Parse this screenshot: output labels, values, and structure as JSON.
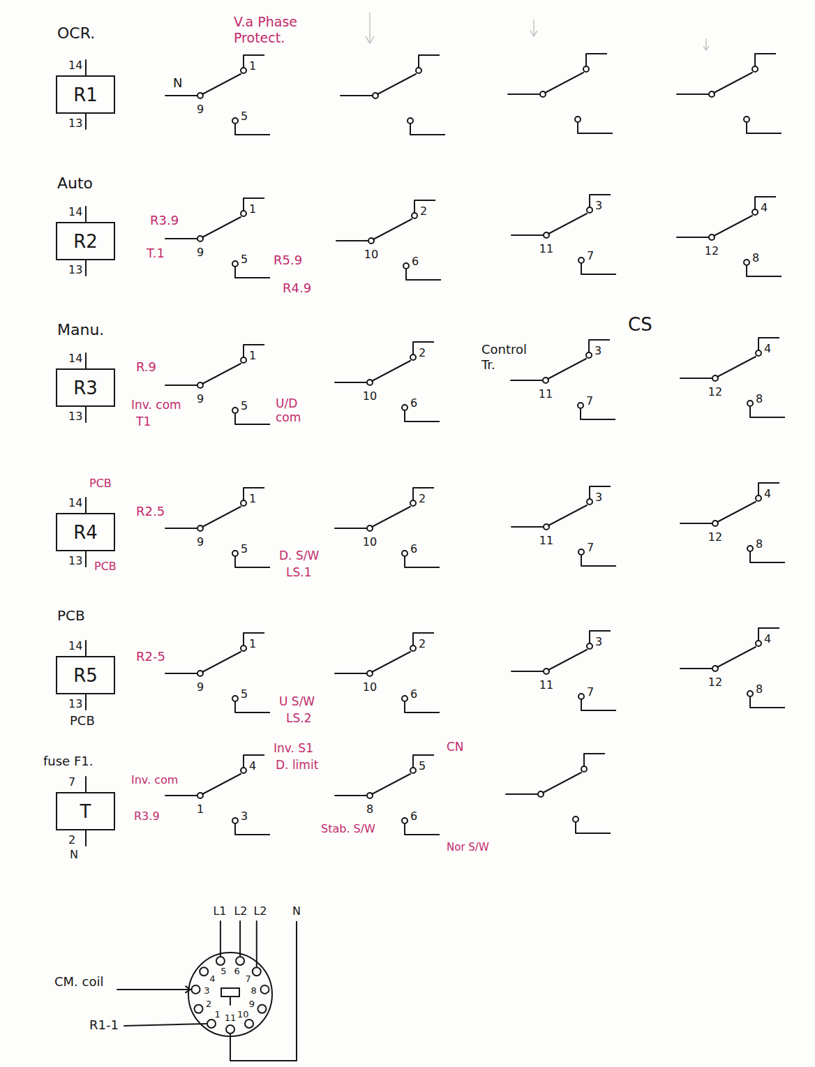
{
  "diagram": {
    "nodes": [
      {
        "text": [
          "R1"
        ]
      },
      {
        "text": [
          "R2"
        ]
      },
      {
        "text": [
          "R3"
        ]
      },
      {
        "text": [
          "R4"
        ]
      },
      {
        "text": [
          "R5"
        ]
      },
      {
        "text": [
          "T"
        ]
      }
    ],
    "labels": [
      "OCR.",
      "14",
      "13",
      "V.a Phase Protect.",
      "N",
      "1",
      "9",
      "5",
      "Auto",
      "14",
      "13",
      "R3.9",
      "T.1",
      "1",
      "9",
      "5",
      "R5.9",
      "R4.9",
      "2",
      "10",
      "6",
      "3",
      "11",
      "7",
      "4",
      "12",
      "8",
      "Manu.",
      "14",
      "13",
      "R.9",
      "Inv. com",
      "T1",
      "1",
      "9",
      "5",
      "U/D com",
      "2",
      "10",
      "6",
      "Control Tr.",
      "CS",
      "3",
      "11",
      "7",
      "4",
      "12",
      "8",
      "PCB",
      "14",
      "13",
      "PCB",
      "R2.5",
      "1",
      "9",
      "5",
      "D. S/W",
      "LS.1",
      "2",
      "10",
      "6",
      "3",
      "11",
      "7",
      "4",
      "12",
      "8",
      "PCB",
      "14",
      "13",
      "PCB",
      "R2-5",
      "1",
      "9",
      "5",
      "U S/W",
      "LS.2",
      "2",
      "10",
      "6",
      "3",
      "11",
      "7",
      "4",
      "12",
      "8",
      "fuse F1.",
      "7",
      "2",
      "N",
      "Inv. com",
      "R3.9",
      "4",
      "1",
      "3",
      "Inv. S1",
      "D. limit",
      "5",
      "8",
      "6",
      "CN",
      "Stab. S/W",
      "Nor S/W",
      "L1",
      "L2",
      "L2",
      "N",
      "CM. coil",
      "R1-1",
      "1",
      "2",
      "3",
      "4",
      "5",
      "6",
      "7",
      "8",
      "9",
      "10",
      "11"
    ]
  }
}
